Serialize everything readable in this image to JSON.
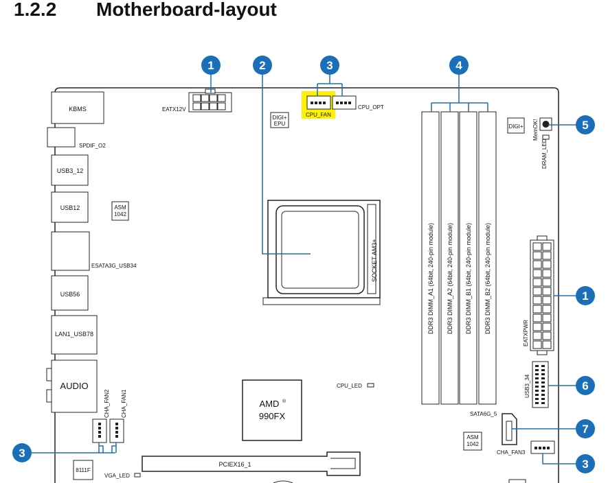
{
  "section_number": "1.2.2",
  "section_title": "Motherboard-layout",
  "labels": {
    "kbms": "KBMS",
    "spdif": "SPDIF_O2",
    "usb3_12": "USB3_12",
    "usb12": "USB12",
    "esata": "ESATA3G_USB34",
    "usb56": "USB56",
    "lan": "LAN1_USB78",
    "audio": "AUDIO",
    "asm_a": "ASM",
    "asm_b": "1042",
    "eatx12v": "EATX12V",
    "digi_a": "DIGI+",
    "digi_b": "EPU",
    "cpu_fan": "CPU_FAN",
    "cpu_opt": "CPU_OPT",
    "digi_plus": "DIGI+",
    "memok": "MemOK!",
    "dram_led": "DRAM_LED",
    "socket": "SOCKET AM3+",
    "dimm_a1": "DDR3 DIMM_A1 (64bit, 240-pin module)",
    "dimm_a2": "DDR3 DIMM_A2 (64bit, 240-pin module)",
    "dimm_b1": "DDR3 DIMM_B1 (64bit, 240-pin module)",
    "dimm_b2": "DDR3 DIMM_B2 (64bit, 240-pin module)",
    "eatxpwr": "EATXPWR",
    "usb3_34": "USB3_34",
    "cpu_led": "CPU_LED",
    "sata6g": "SATA6G_5",
    "cha_fan3": "CHA_FAN3",
    "cha_fan2": "CHA_FAN2",
    "cha_fan1": "CHA_FAN1",
    "amd": "AMD",
    "amd_reg": "®",
    "chip_model": "990FX",
    "asm2_a": "ASM",
    "asm2_b": "1042",
    "pciex16": "PCIEX16_1",
    "chip_8111f": "8111F",
    "vga_led": "VGA_LED"
  },
  "callouts": [
    {
      "id": "c1-top",
      "number": "1"
    },
    {
      "id": "c2",
      "number": "2"
    },
    {
      "id": "c3-top",
      "number": "3"
    },
    {
      "id": "c4",
      "number": "4"
    },
    {
      "id": "c5",
      "number": "5"
    },
    {
      "id": "c1-right",
      "number": "1"
    },
    {
      "id": "c6",
      "number": "6"
    },
    {
      "id": "c7",
      "number": "7"
    },
    {
      "id": "c3-left",
      "number": "3"
    },
    {
      "id": "c3-right",
      "number": "3"
    }
  ],
  "colors": {
    "callout": "#1a6fb8",
    "highlight": "#fff100",
    "board_line": "#222222"
  }
}
